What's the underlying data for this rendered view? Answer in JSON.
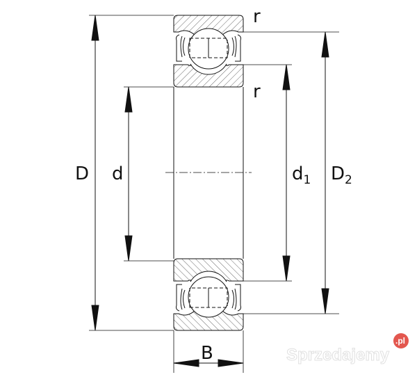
{
  "labels": {
    "outer_diameter": "D",
    "bore_diameter": "d",
    "d1_main": "d",
    "d1_sub": "1",
    "D2_main": "D",
    "D2_sub": "2",
    "width": "B",
    "radius_top": "r",
    "radius_inner": "r"
  },
  "watermark": {
    "text": "Sprzedajemy",
    "suffix": ".pl",
    "badge_color": "#e0453c"
  },
  "colors": {
    "line": "#111111",
    "hatch": "#444444"
  }
}
